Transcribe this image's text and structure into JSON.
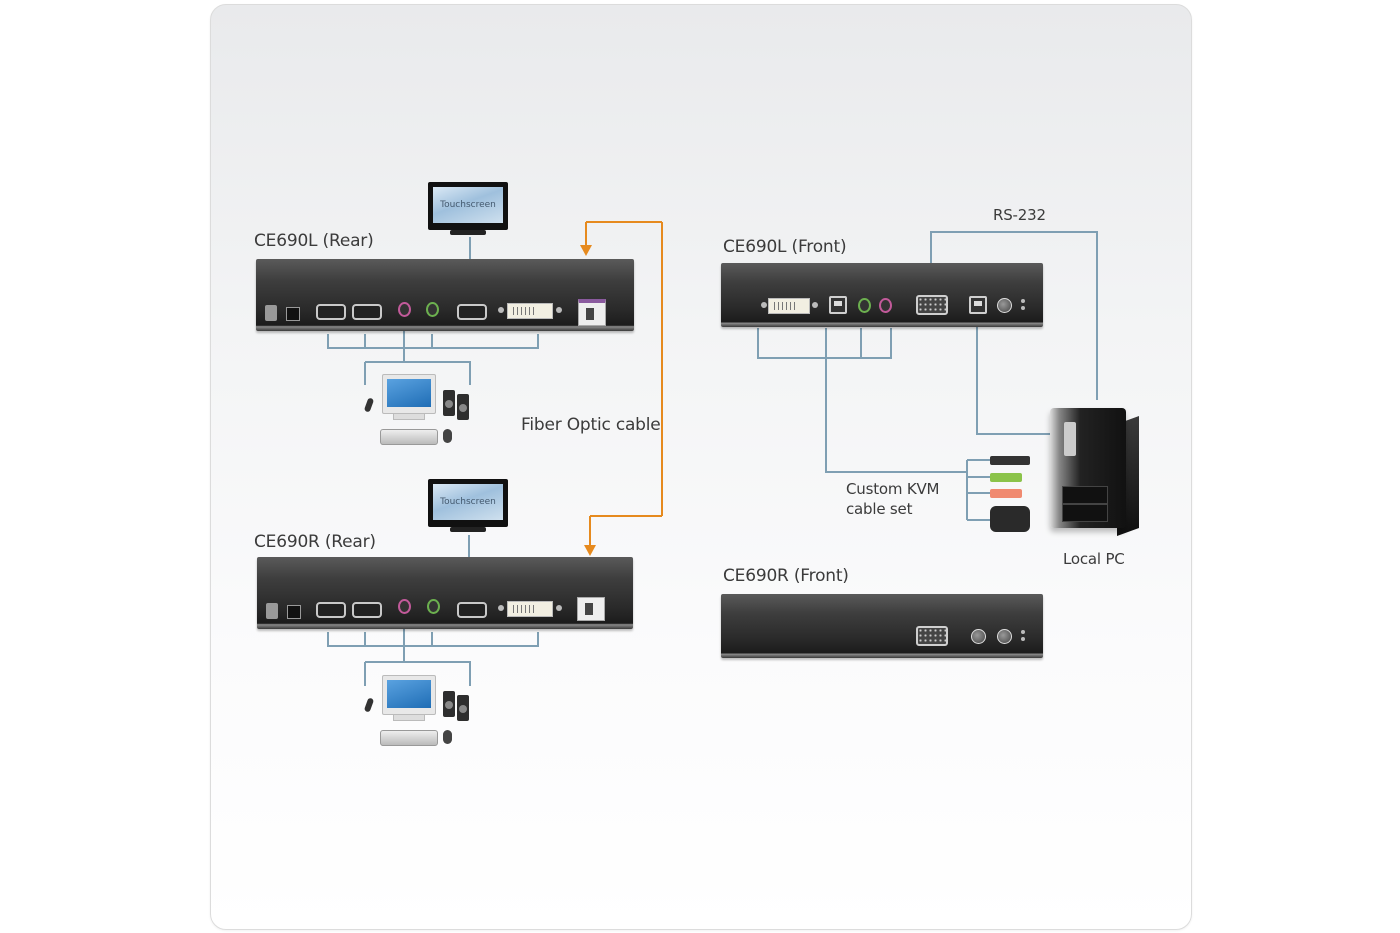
{
  "diagram": {
    "units": {
      "l_rear": {
        "label": "CE690L (Rear)"
      },
      "r_rear": {
        "label": "CE690R (Rear)"
      },
      "l_front": {
        "label": "CE690L (Front)"
      },
      "r_front": {
        "label": "CE690R (Front)"
      }
    },
    "touchscreen_label": "Touchscreen",
    "fiber_label": "Fiber Optic cable",
    "rs232_label": "RS-232",
    "kvm_cable_label_line1": "Custom KVM",
    "kvm_cable_label_line2": "cable set",
    "local_pc_label": "Local PC",
    "colors": {
      "cable": "#7f9fb3",
      "fiber": "#e68a1e",
      "unit_body": "#2a2a2a",
      "audio_pink": "#c25a9a",
      "audio_green": "#6cb04f"
    }
  }
}
